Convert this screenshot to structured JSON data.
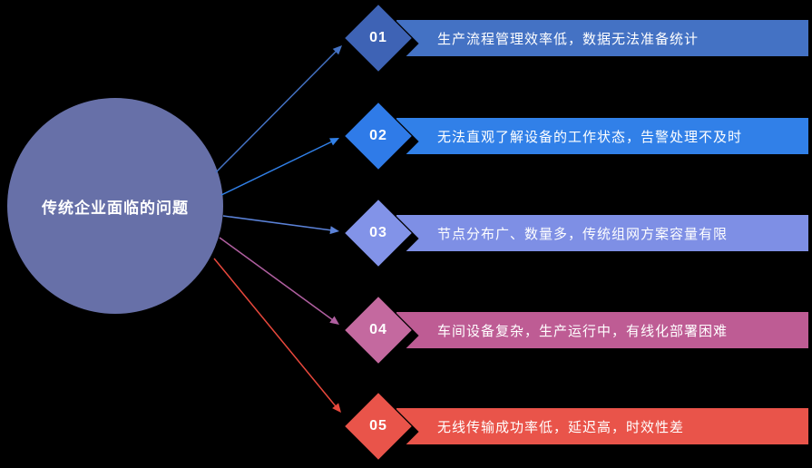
{
  "background_color": "#000000",
  "circle": {
    "label": "传统企业面临的问题",
    "color": "#6770A8",
    "text_color": "#FFFFFF"
  },
  "rows": [
    {
      "number": "01",
      "text": "生产流程管理效率低，数据无法准备统计",
      "diamond_color": "#3E63B5",
      "banner_color": "#4472C4",
      "arrow_color": "#4472C4"
    },
    {
      "number": "02",
      "text": "无法直观了解设备的工作状态，告警处理不及时",
      "diamond_color": "#2F7BE8",
      "banner_color": "#3180E8",
      "arrow_color": "#3180E8"
    },
    {
      "number": "03",
      "text": "节点分布广、数量多，传统组网方案容量有限",
      "diamond_color": "#8293E8",
      "banner_color": "#7E8FE5",
      "arrow_color": "#5B82D8"
    },
    {
      "number": "04",
      "text": "车间设备复杂，生产运行中，有线化部署困难",
      "diamond_color": "#C4699F",
      "banner_color": "#BE5C94",
      "arrow_color": "#B05FA0"
    },
    {
      "number": "05",
      "text": "无线传输成功率低，延迟高，时效性差",
      "diamond_color": "#E9544A",
      "banner_color": "#E9544A",
      "arrow_color": "#E8483C"
    }
  ]
}
